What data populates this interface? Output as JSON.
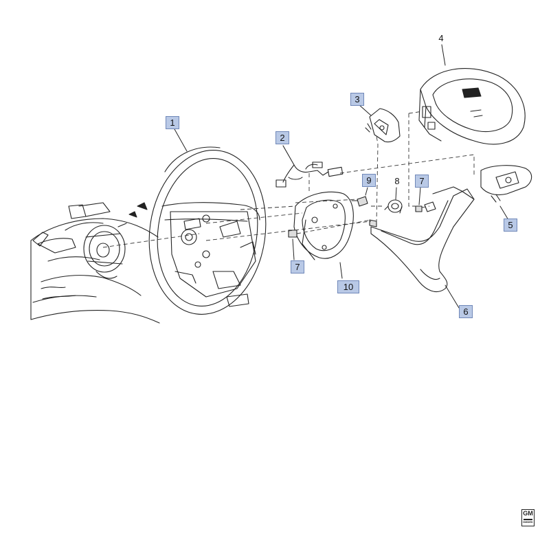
{
  "callouts": [
    {
      "id": "c1",
      "label": "1",
      "boxed": true
    },
    {
      "id": "c2",
      "label": "2",
      "boxed": true
    },
    {
      "id": "c3",
      "label": "3",
      "boxed": true
    },
    {
      "id": "c4",
      "label": "4",
      "boxed": false
    },
    {
      "id": "c5",
      "label": "5",
      "boxed": true
    },
    {
      "id": "c6",
      "label": "6",
      "boxed": true
    },
    {
      "id": "c7a",
      "label": "7",
      "boxed": true
    },
    {
      "id": "c7b",
      "label": "7",
      "boxed": true
    },
    {
      "id": "c8",
      "label": "8",
      "boxed": false
    },
    {
      "id": "c9",
      "label": "9",
      "boxed": true
    },
    {
      "id": "c10",
      "label": "10",
      "boxed": true
    }
  ],
  "logo": {
    "text": "GM",
    "subtext": "GMDEK"
  }
}
